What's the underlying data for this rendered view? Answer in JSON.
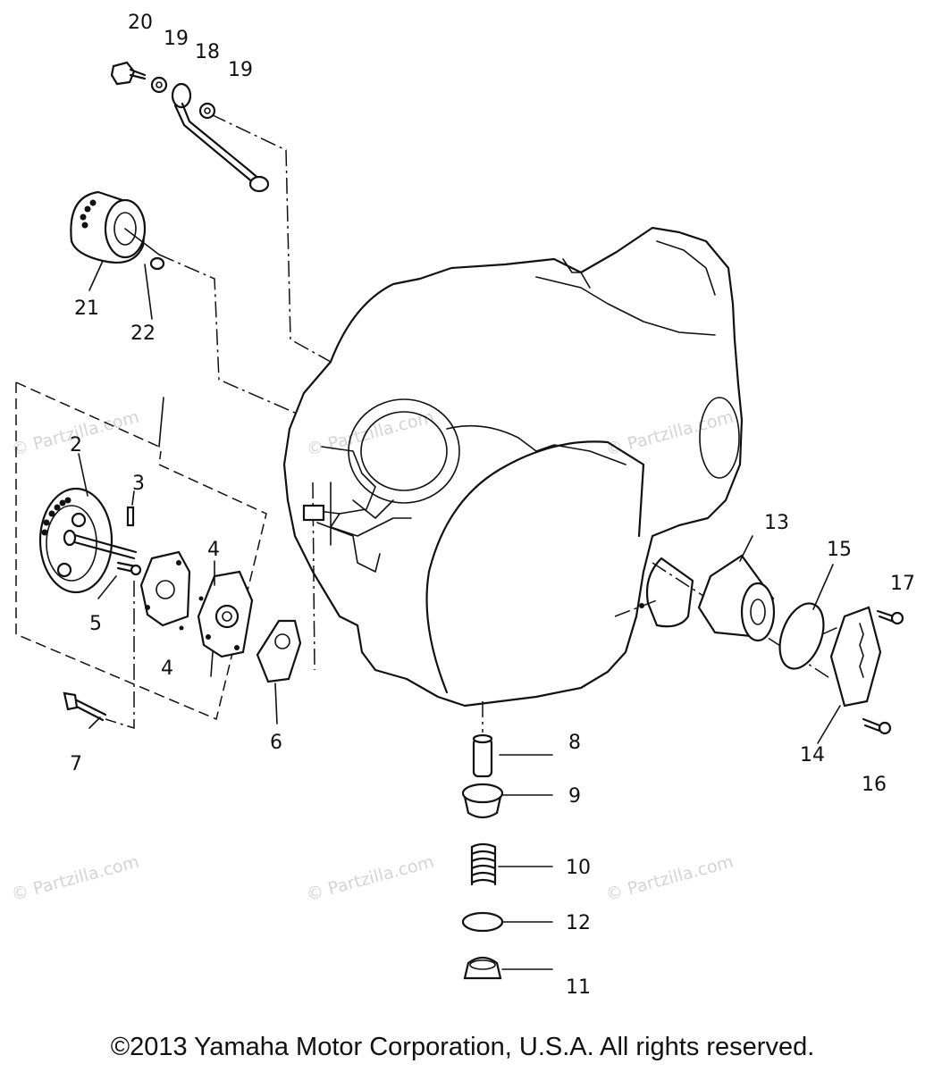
{
  "watermark": "© Partzilla.com",
  "callouts": [
    "20",
    "19",
    "18",
    "19",
    "21",
    "22",
    "2",
    "3",
    "5",
    "4",
    "4",
    "7",
    "6",
    "8",
    "9",
    "10",
    "12",
    "11",
    "13",
    "15",
    "17",
    "14",
    "16"
  ],
  "copyright": "©2013  Yamaha Motor Corporation, U.S.A. All rights reserved."
}
